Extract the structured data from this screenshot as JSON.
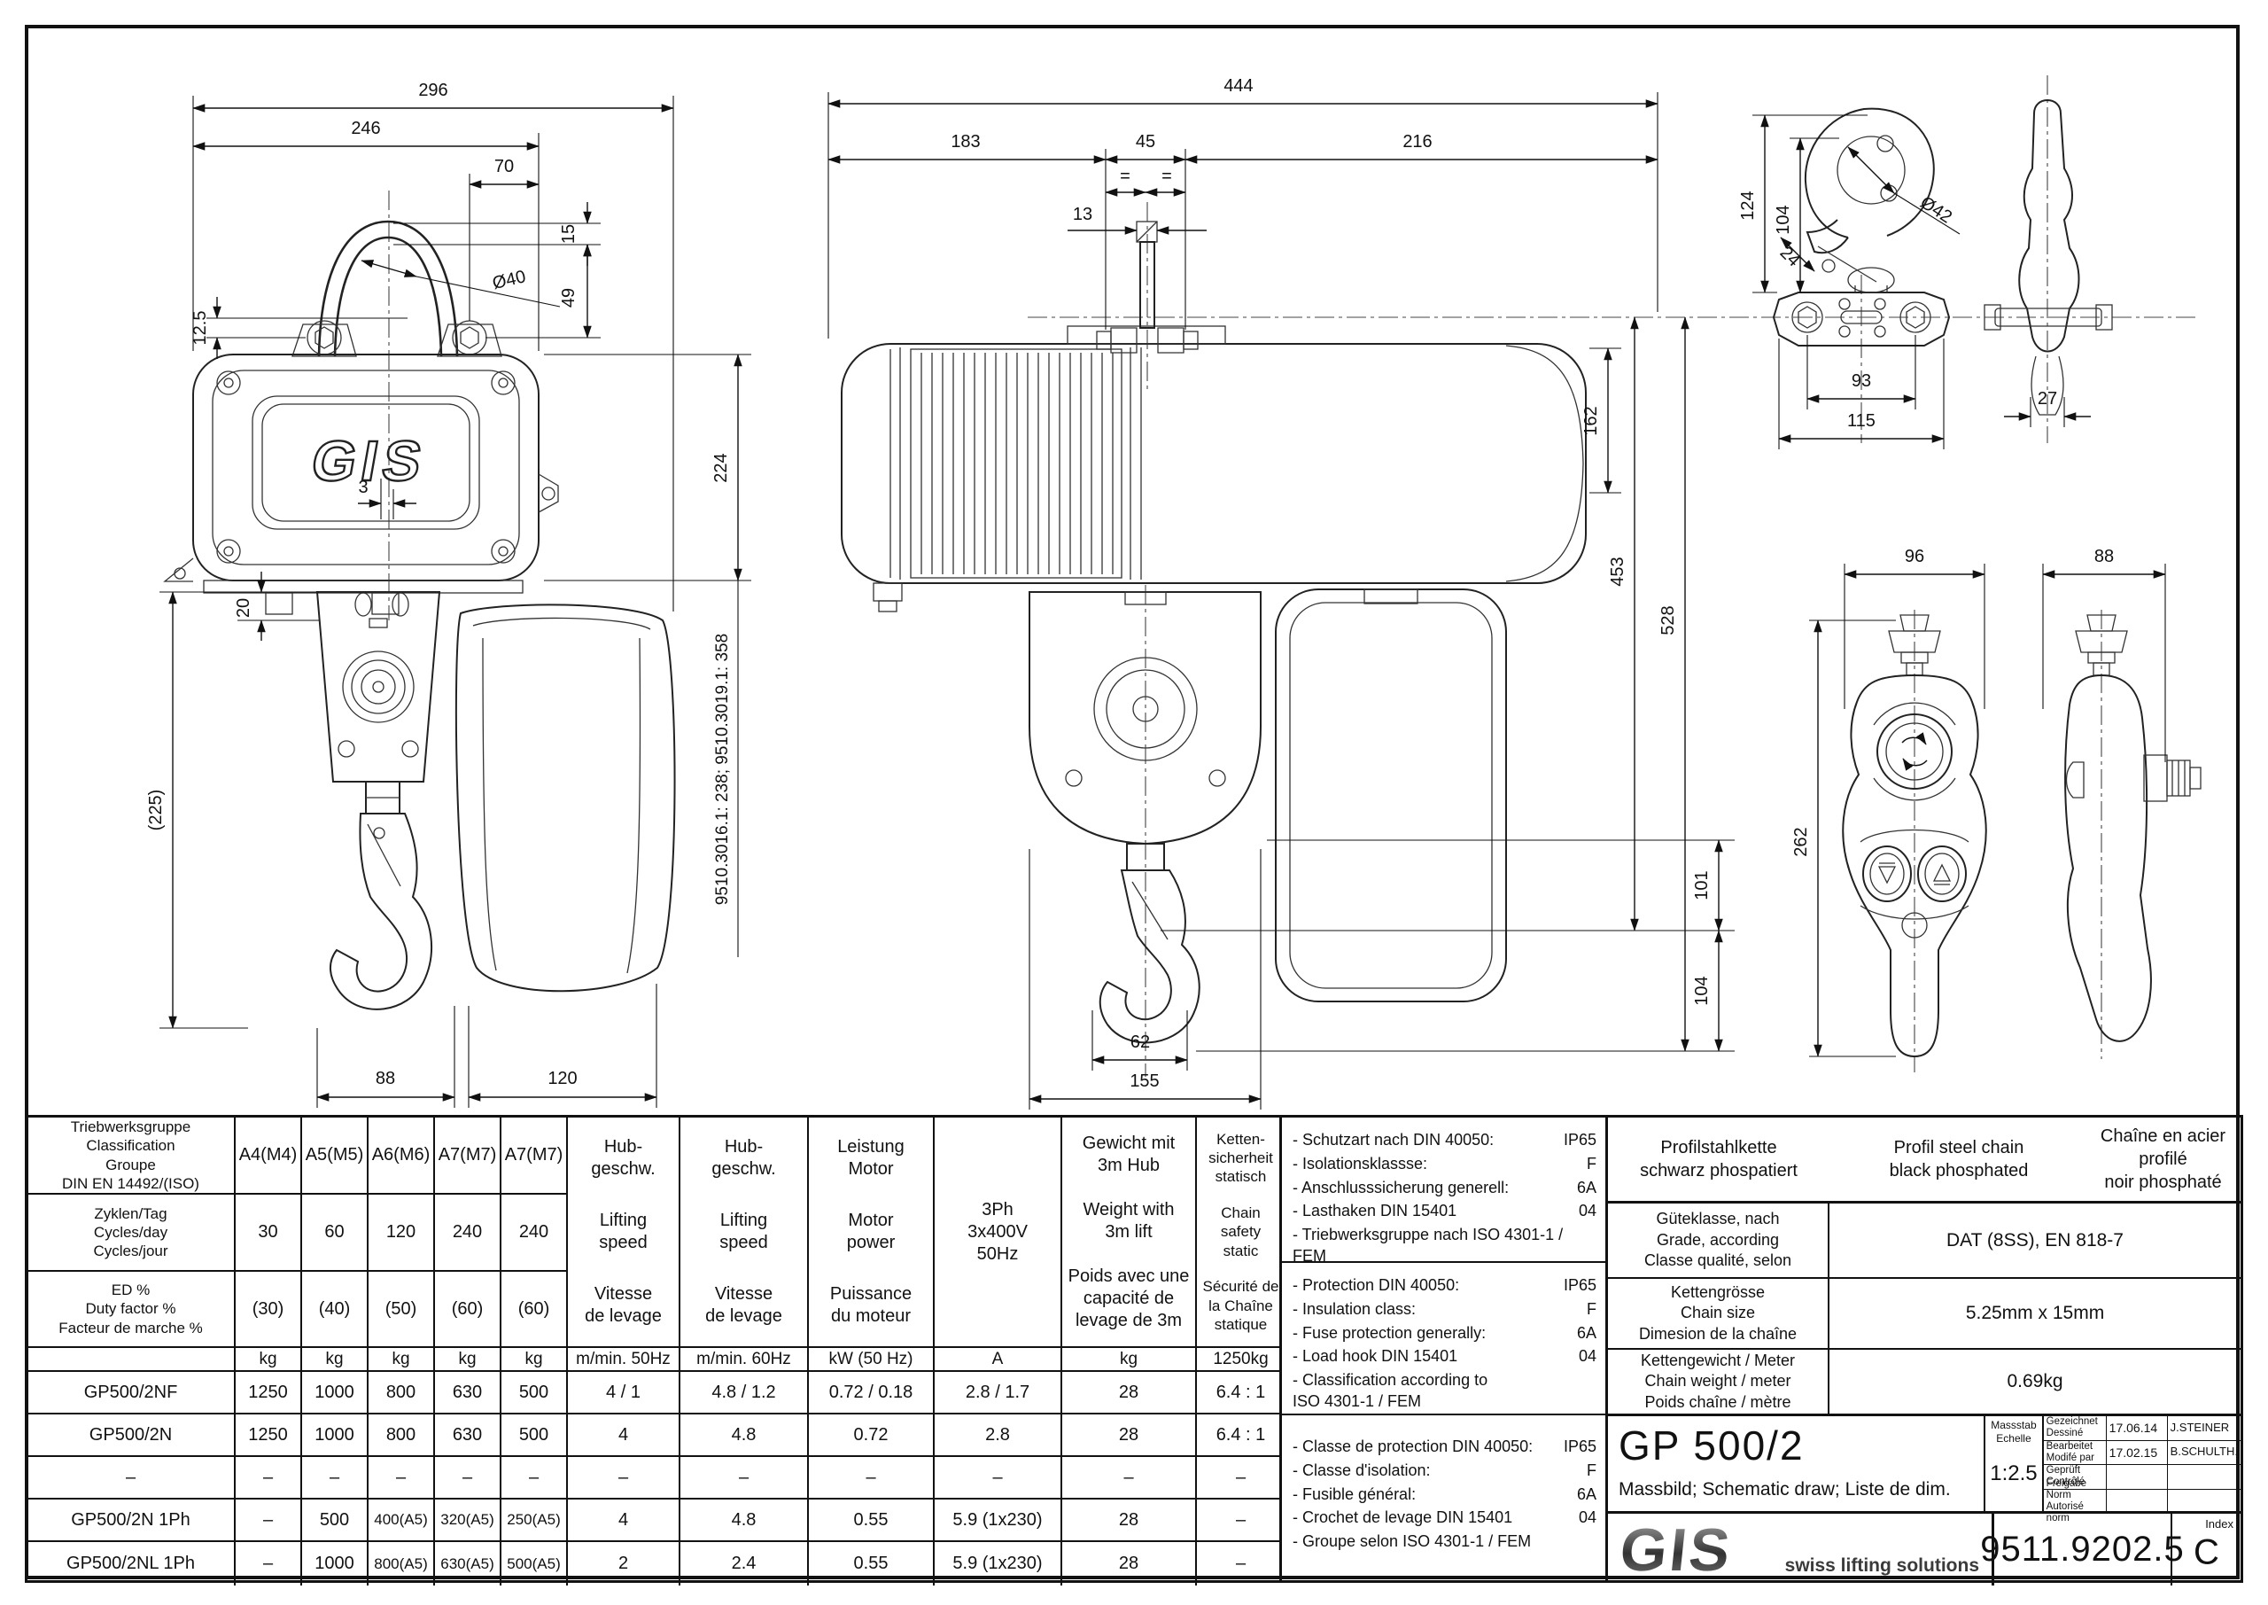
{
  "doc": {
    "product": "GP 500/2",
    "subtitle": "Massbild; Schematic draw; Liste de dim.",
    "number": "9511.9202.5",
    "index_label": "Index",
    "index": "C",
    "scale_label": "Massstab\nEchelle",
    "scale": "1:2.5",
    "brand": "GIS",
    "brand_sub": "swiss lifting solutions",
    "approvals": [
      {
        "label": "Gezeichnet\nDessiné",
        "date": "17.06.14",
        "name": "J.STEINER"
      },
      {
        "label": "Bearbeitet\nModifé par",
        "date": "17.02.15",
        "name": "B.SCHULTH."
      },
      {
        "label": "Geprüft\nContrôlé",
        "date": "",
        "name": ""
      },
      {
        "label": "Freigabe Norm\nAutorisé norm",
        "date": "",
        "name": ""
      }
    ]
  },
  "logo_drawing": "GIS",
  "dims": {
    "fv_296": "296",
    "fv_246": "246",
    "fv_70": "70",
    "fv_15": "15",
    "fv_49": "49",
    "fv_dia40": "Ø40",
    "fv_12_5": "12.5",
    "fv_224": "224",
    "fv_3": "3",
    "fv_20": "20",
    "fv_225": "(225)",
    "fv_88": "88",
    "fv_120": "120",
    "fv_ref": "9510.3016.1: 238;  9510.3019.1: 358",
    "sv_444": "444",
    "sv_183": "183",
    "sv_45": "45",
    "sv_216": "216",
    "sv_13": "13",
    "sv_eq1": "=",
    "sv_eq2": "=",
    "sv_162": "162",
    "sv_453": "453",
    "sv_528": "528",
    "sv_101": "101",
    "sv_104": "104",
    "sv_62": "62",
    "sv_155": "155",
    "hk_124": "124",
    "hk_104": "104",
    "hk_24": "24",
    "hk_dia42": "Ø42",
    "hk_93": "93",
    "hk_115": "115",
    "hk_27": "27",
    "pd_96": "96",
    "pd_88": "88",
    "pd_262": "262"
  },
  "table": {
    "class_label": "Triebwerksgruppe\nClassification\nGroupe\nDIN EN 14492/(ISO)",
    "cycles_label": "Zyklen/Tag\nCycles/day\nCycles/jour",
    "duty_label": "ED %\nDuty factor %\nFacteur de marche %",
    "classes": [
      "A4(M4)",
      "A5(M5)",
      "A6(M6)",
      "A7(M7)",
      "A7(M7)"
    ],
    "cycles": [
      "30",
      "60",
      "120",
      "240",
      "240"
    ],
    "duty": [
      "(30)",
      "(40)",
      "(50)",
      "(60)",
      "(60)"
    ],
    "cap_units": [
      "kg",
      "kg",
      "kg",
      "kg",
      "kg"
    ],
    "cols": {
      "hub50": {
        "h1": "Hub-\ngeschw.",
        "h2": "Lifting\nspeed",
        "h3": "Vitesse\nde levage",
        "u": "m/min. 50Hz"
      },
      "hub60": {
        "h1": "Hub-\ngeschw.",
        "h2": "Lifting\nspeed",
        "h3": "Vitesse\nde levage",
        "u": "m/min. 60Hz"
      },
      "power": {
        "h1": "Leistung\nMotor",
        "h2": "Motor\npower",
        "h3": "Puissance\ndu moteur",
        "u": "kW (50 Hz)"
      },
      "current": {
        "h1": "3Ph\n3x400V\n50Hz",
        "u": "A"
      },
      "weight": {
        "h1": "Gewicht mit\n3m Hub",
        "h2": "Weight with\n3m lift",
        "h3": "Poids avec une\ncapacité de\nlevage de 3m",
        "u": "kg"
      },
      "safety": {
        "h1": "Ketten-\nsicherheit\nstatisch",
        "h2": "Chain\nsafety\nstatic",
        "h3": "Sécurité de\nla Chaîne\nstatique",
        "u": "1250kg"
      }
    },
    "rows": [
      {
        "model": "GP500/2NF",
        "caps": [
          "1250",
          "1000",
          "800",
          "630",
          "500"
        ],
        "hub50": "4 / 1",
        "hub60": "4.8 / 1.2",
        "power": "0.72 / 0.18",
        "current": "2.8 / 1.7",
        "weight": "28",
        "safety": "6.4 : 1"
      },
      {
        "model": "GP500/2N",
        "caps": [
          "1250",
          "1000",
          "800",
          "630",
          "500"
        ],
        "hub50": "4",
        "hub60": "4.8",
        "power": "0.72",
        "current": "2.8",
        "weight": "28",
        "safety": "6.4 : 1"
      },
      {
        "model": "–",
        "caps": [
          "–",
          "–",
          "–",
          "–",
          "–"
        ],
        "hub50": "–",
        "hub60": "–",
        "power": "–",
        "current": "–",
        "weight": "–",
        "safety": "–"
      },
      {
        "model": "GP500/2N 1Ph",
        "caps": [
          "–",
          "500",
          "400(A5)",
          "320(A5)",
          "250(A5)"
        ],
        "hub50": "4",
        "hub60": "4.8",
        "power": "0.55",
        "current": "5.9 (1x230)",
        "weight": "28",
        "safety": "–"
      },
      {
        "model": "GP500/2NL 1Ph",
        "caps": [
          "–",
          "1000",
          "800(A5)",
          "630(A5)",
          "500(A5)"
        ],
        "hub50": "2",
        "hub60": "2.4",
        "power": "0.55",
        "current": "5.9 (1x230)",
        "weight": "28",
        "safety": "–"
      }
    ]
  },
  "specs": {
    "de": [
      {
        "t": "- Schutzart nach DIN 40050:",
        "v": "IP65"
      },
      {
        "t": "- Isolationsklassse:",
        "v": "F"
      },
      {
        "t": "- Anschlusssicherung generell:",
        "v": "6A"
      },
      {
        "t": "- Lasthaken DIN 15401",
        "v": "04"
      },
      {
        "t": "- Triebwerksgruppe nach ISO 4301-1 / FEM",
        "v": ""
      }
    ],
    "en": [
      {
        "t": "- Protection DIN 40050:",
        "v": "IP65"
      },
      {
        "t": "- Insulation class:",
        "v": "F"
      },
      {
        "t": "- Fuse protection generally:",
        "v": "6A"
      },
      {
        "t": "- Load hook DIN 15401",
        "v": "04"
      },
      {
        "t": "- Classification according to\n  ISO 4301-1 / FEM",
        "v": ""
      }
    ],
    "fr": [
      {
        "t": "- Classe de protection DIN 40050:",
        "v": "IP65"
      },
      {
        "t": "- Classe d'isolation:",
        "v": "F"
      },
      {
        "t": "- Fusible général:",
        "v": "6A"
      },
      {
        "t": "- Crochet de levage DIN 15401",
        "v": "04"
      },
      {
        "t": "- Groupe selon ISO 4301-1 / FEM",
        "v": ""
      }
    ]
  },
  "chain": {
    "header": [
      "Profilstahlkette\nschwarz phospatiert",
      "Profil steel chain\nblack phosphated",
      "Chaîne en acier profilé\nnoir phosphaté"
    ],
    "rows": [
      {
        "label": "Güteklasse, nach\nGrade, according\nClasse qualité, selon",
        "value": "DAT (8SS), EN 818-7"
      },
      {
        "label": "Kettengrösse\nChain size\nDimesion de la chaîne",
        "value": "5.25mm x 15mm"
      },
      {
        "label": "Kettengewicht / Meter\nChain weight / meter\nPoids chaîne / mètre",
        "value": "0.69kg"
      }
    ]
  }
}
